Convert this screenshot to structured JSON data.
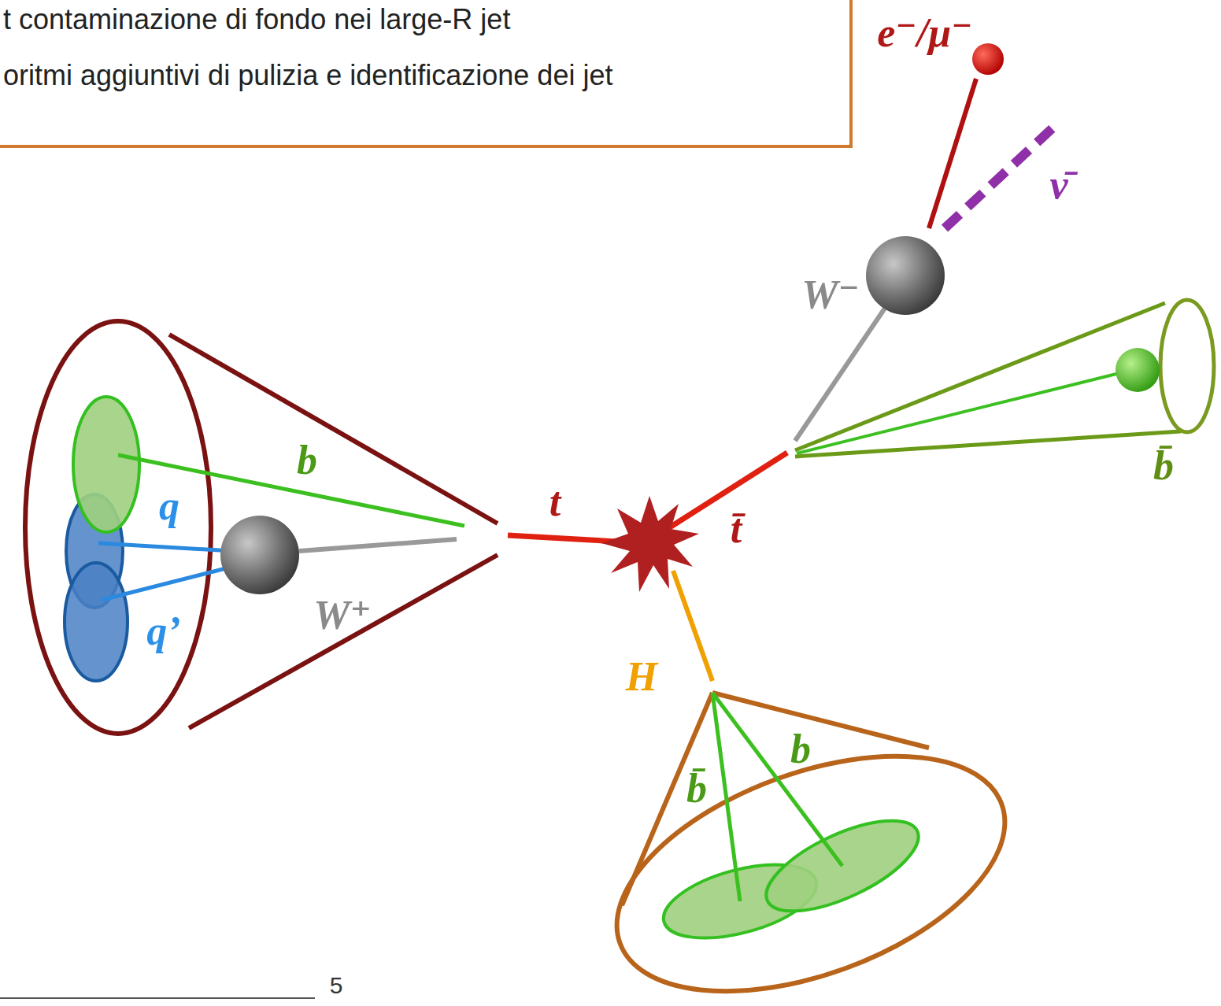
{
  "diagram": {
    "nodes": [
      {
        "text": [
          "t contaminazione di fondo nei large-R jet",
          "oritmi aggiuntivi di pulizia e identificazione dei jet"
        ]
      }
    ],
    "labels": [
      "e⁻/μ⁻",
      "ν̄",
      "W⁻",
      "b̄",
      "b",
      "q",
      "q’",
      "W⁺",
      "t",
      "t̄",
      "H",
      "b̄",
      "b",
      "5"
    ]
  }
}
